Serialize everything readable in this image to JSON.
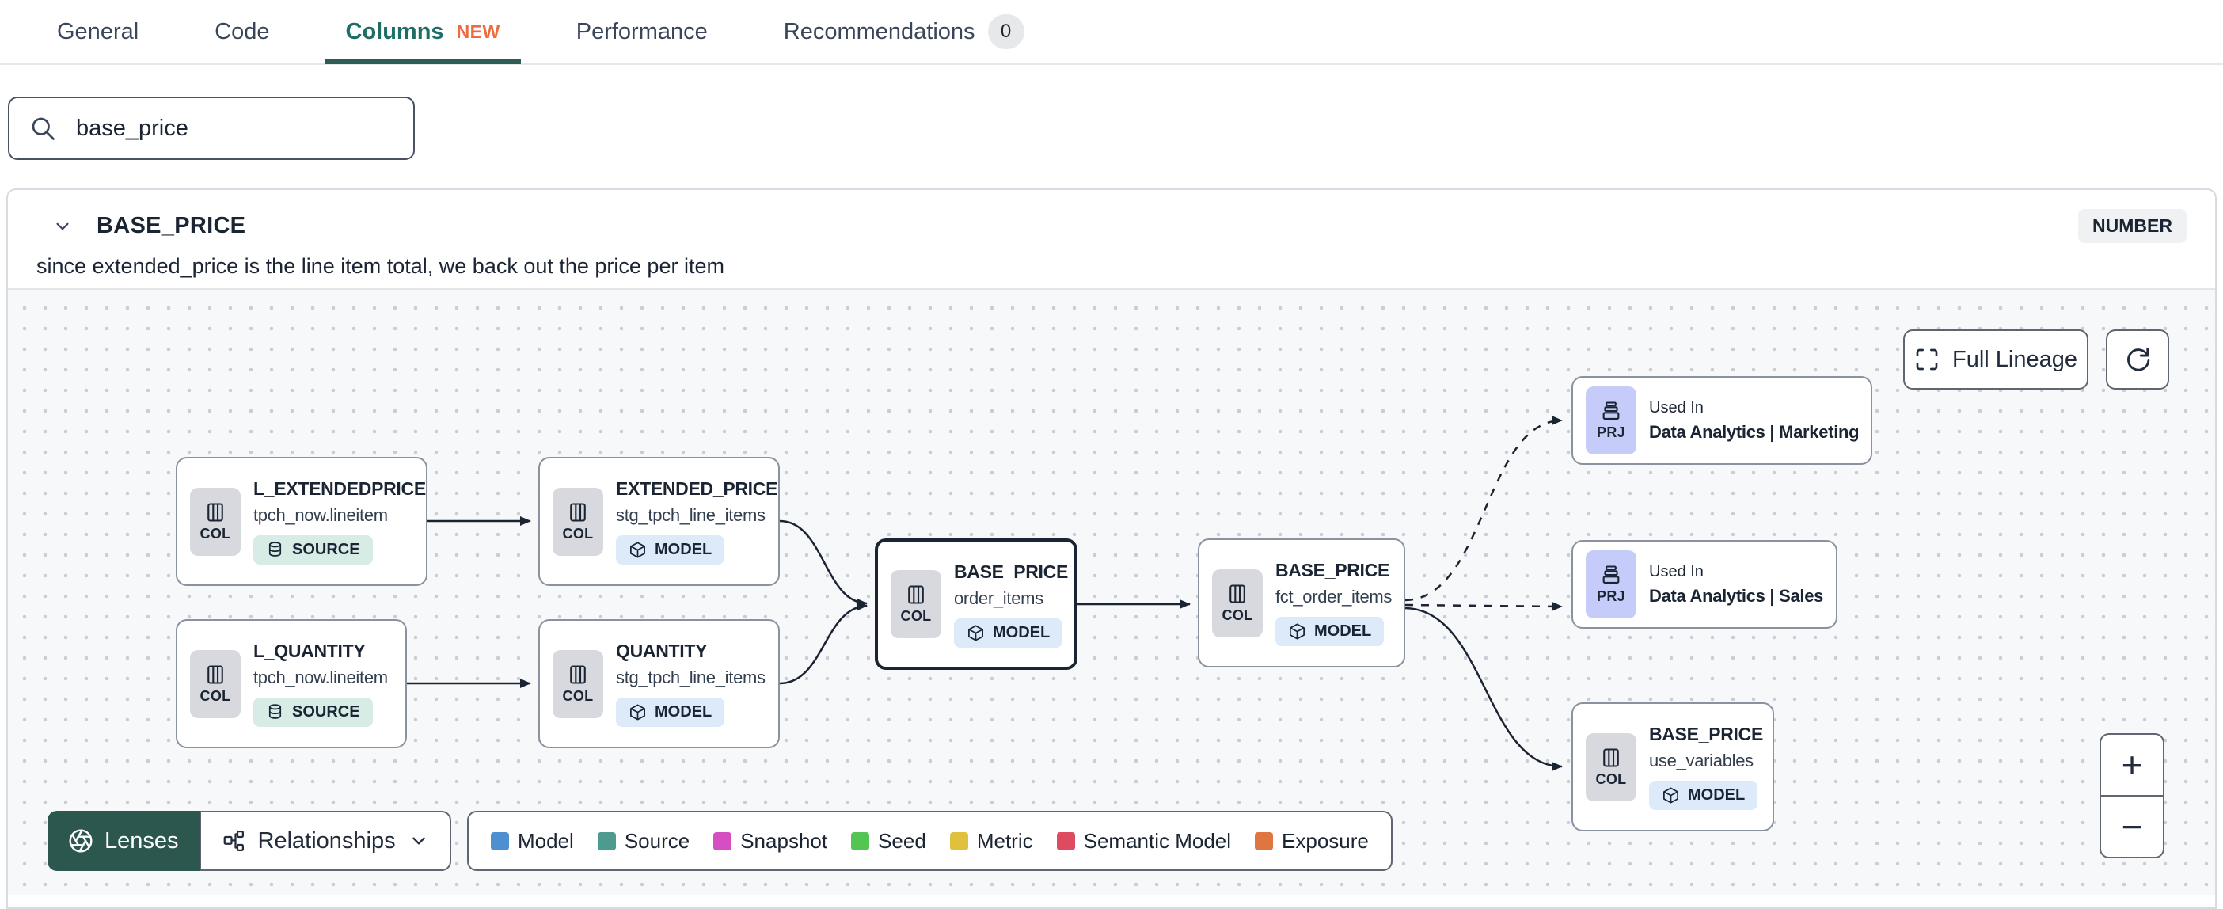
{
  "tabs": {
    "items": [
      {
        "label": "General",
        "active": false
      },
      {
        "label": "Code",
        "active": false
      },
      {
        "label": "Columns",
        "active": true,
        "badge": "NEW"
      },
      {
        "label": "Performance",
        "active": false
      },
      {
        "label": "Recommendations",
        "active": false,
        "count": "0"
      }
    ]
  },
  "search": {
    "value": "base_price"
  },
  "column": {
    "name": "BASE_PRICE",
    "type": "NUMBER",
    "description": "since extended_price is the line item total, we back out the price per item"
  },
  "lineage": {
    "full_lineage_label": "Full Lineage",
    "zoom_in": "+",
    "zoom_out": "−",
    "toolbar": {
      "lenses": "Lenses",
      "relationships": "Relationships"
    },
    "legend": [
      {
        "label": "Model",
        "color": "#4e8fd0"
      },
      {
        "label": "Source",
        "color": "#4d9a90"
      },
      {
        "label": "Snapshot",
        "color": "#d54ec2"
      },
      {
        "label": "Seed",
        "color": "#52c553"
      },
      {
        "label": "Metric",
        "color": "#e0c03d"
      },
      {
        "label": "Semantic Model",
        "color": "#de4a5f"
      },
      {
        "label": "Exposure",
        "color": "#df7641"
      }
    ],
    "nodes": [
      {
        "id": "l_extendedprice",
        "kind": "COL",
        "chip": "COL",
        "title": "L_EXTENDEDPRICE",
        "subtitle": "tpch_now.lineitem",
        "pill": "SOURCE",
        "selected": false
      },
      {
        "id": "l_quantity",
        "kind": "COL",
        "chip": "COL",
        "title": "L_QUANTITY",
        "subtitle": "tpch_now.lineitem",
        "pill": "SOURCE",
        "selected": false
      },
      {
        "id": "extended_price",
        "kind": "COL",
        "chip": "COL",
        "title": "EXTENDED_PRICE",
        "subtitle": "stg_tpch_line_items",
        "pill": "MODEL",
        "selected": false
      },
      {
        "id": "quantity",
        "kind": "COL",
        "chip": "COL",
        "title": "QUANTITY",
        "subtitle": "stg_tpch_line_items",
        "pill": "MODEL",
        "selected": false
      },
      {
        "id": "base_price_order_items",
        "kind": "COL",
        "chip": "COL",
        "title": "BASE_PRICE",
        "subtitle": "order_items",
        "pill": "MODEL",
        "selected": true
      },
      {
        "id": "base_price_fct_order_items",
        "kind": "COL",
        "chip": "COL",
        "title": "BASE_PRICE",
        "subtitle": "fct_order_items",
        "pill": "MODEL",
        "selected": false
      },
      {
        "id": "used_in_marketing",
        "kind": "PRJ",
        "chip": "PRJ",
        "eyebrow": "Used In",
        "title": "Data Analytics | Marketing"
      },
      {
        "id": "used_in_sales",
        "kind": "PRJ",
        "chip": "PRJ",
        "eyebrow": "Used In",
        "title": "Data Analytics | Sales"
      },
      {
        "id": "base_price_use_variables",
        "kind": "COL",
        "chip": "COL",
        "title": "BASE_PRICE",
        "subtitle": "use_variables",
        "pill": "MODEL",
        "selected": false
      }
    ]
  }
}
